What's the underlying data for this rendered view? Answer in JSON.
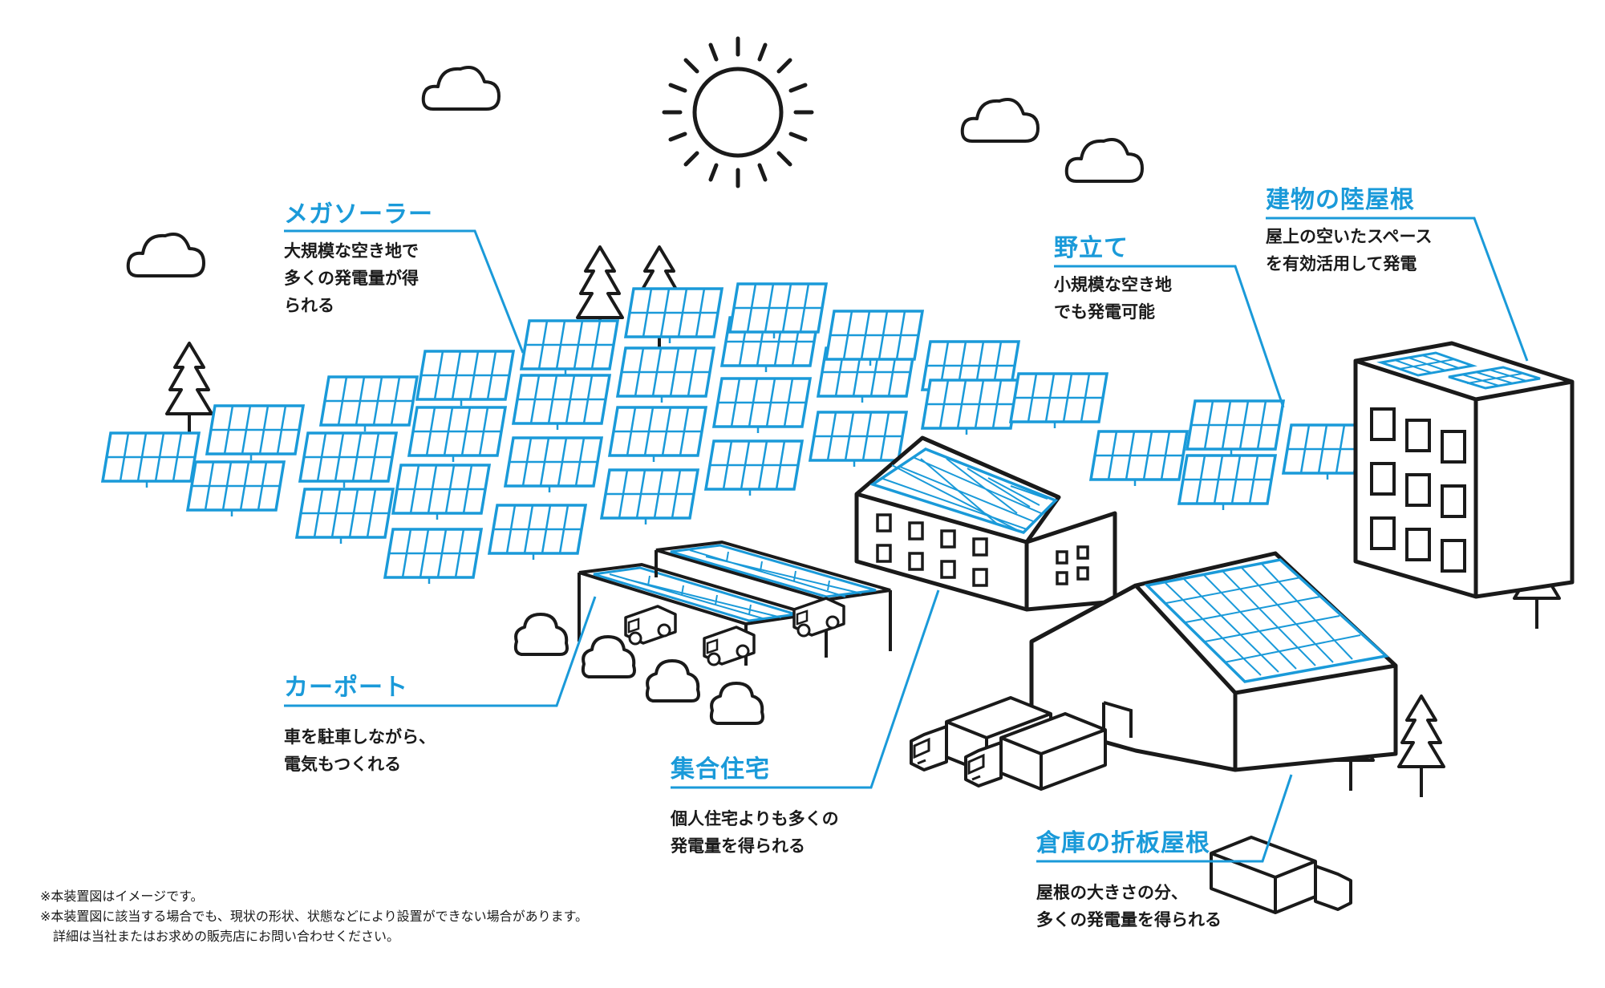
{
  "colors": {
    "accent": "#1a9ad9",
    "panel_fill": "#ffffff",
    "line": "#1a1a1a"
  },
  "icons": [
    "sun-icon",
    "cloud-icon",
    "tree-icon",
    "solar-panel-icon",
    "building-icon",
    "house-icon",
    "warehouse-icon",
    "truck-icon",
    "car-icon",
    "bush-icon"
  ],
  "labels": {
    "mega_solar": {
      "title": "メガソーラー",
      "desc": [
        "大規模な空き地で",
        "多くの発電量が得",
        "られる"
      ]
    },
    "carport": {
      "title": "カーポート",
      "desc": [
        "車を駐車しながら、",
        "電気もつくれる"
      ]
    },
    "apartment": {
      "title": "集合住宅",
      "desc": [
        "個人住宅よりも多くの",
        "発電量を得られる"
      ]
    },
    "field": {
      "title": "野立て",
      "desc": [
        "小規模な空き地",
        "でも発電可能"
      ]
    },
    "flat_roof": {
      "title": "建物の陸屋根",
      "desc": [
        "屋上の空いたスペース",
        "を有効活用して発電"
      ]
    },
    "warehouse": {
      "title": "倉庫の折板屋根",
      "desc": [
        "屋根の大きさの分、",
        "多くの発電量を得られる"
      ]
    }
  },
  "notes": [
    "※本装置図はイメージです。",
    "※本装置図に該当する場合でも、現状の形状、状態などにより設置ができない場合があります。",
    "　詳細は当社またはお求めの販売店にお問い合わせください。"
  ]
}
